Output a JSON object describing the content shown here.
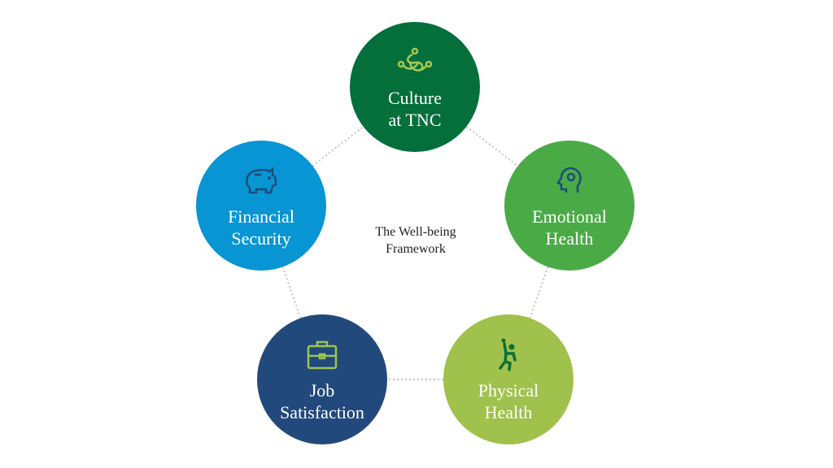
{
  "title": [
    "The Well-being",
    "Framework"
  ],
  "nodes": [
    {
      "id": "culture",
      "lines": [
        "Culture",
        "at TNC"
      ],
      "icon": "community-icon",
      "color": "#046f3b",
      "icon_color": "#a6c851"
    },
    {
      "id": "emotional",
      "lines": [
        "Emotional",
        "Health"
      ],
      "icon": "head-gear-icon",
      "color": "#4aab46",
      "icon_color": "#1e4b7a"
    },
    {
      "id": "physical",
      "lines": [
        "Physical",
        "Health"
      ],
      "icon": "running-person-icon",
      "color": "#a0c14b",
      "icon_color": "#0b6f36"
    },
    {
      "id": "job",
      "lines": [
        "Job",
        "Satisfaction"
      ],
      "icon": "briefcase-icon",
      "color": "#22497b",
      "icon_color": "#9cc553"
    },
    {
      "id": "financial",
      "lines": [
        "Financial",
        "Security"
      ],
      "icon": "piggy-bank-icon",
      "color": "#0795d3",
      "icon_color": "#1e4b7a"
    }
  ]
}
